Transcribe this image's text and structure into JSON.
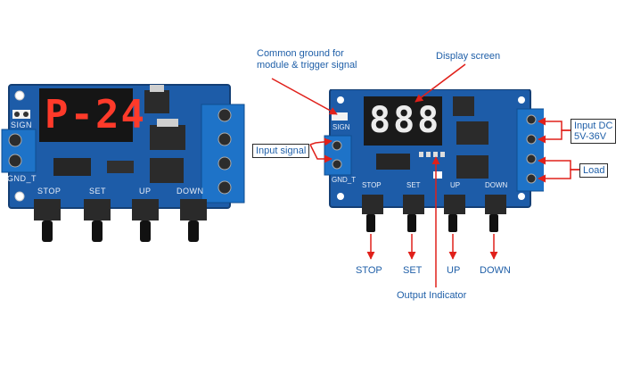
{
  "left_board": {
    "display_text": "P-24",
    "pin_labels": {
      "signal": "SIGN",
      "ground": "GND_T"
    },
    "button_labels": [
      "STOP",
      "SET",
      "UP",
      "DOWN"
    ],
    "colors": {
      "pcb": "#1d5ca8",
      "display": "#151515",
      "digits": "#ff3a2a",
      "terminal": "#1e73c8"
    }
  },
  "right_board": {
    "display_text": "888",
    "pin_labels": {
      "signal": "SIGN",
      "ground": "GND_T"
    },
    "button_labels": [
      "STOP",
      "SET",
      "UP",
      "DOWN"
    ]
  },
  "annotations": {
    "common_ground": "Common ground for\nmodule & trigger signal",
    "display_screen": "Display screen",
    "input_signal": "Input signal",
    "input_dc": "Input DC\n5V-36V",
    "load": "Load",
    "output_indicator": "Output Indicator",
    "bottom_labels": [
      "STOP",
      "SET",
      "UP",
      "DOWN"
    ]
  },
  "colors": {
    "arrow": "#e0201a",
    "label_text": "#1f5fa8"
  }
}
